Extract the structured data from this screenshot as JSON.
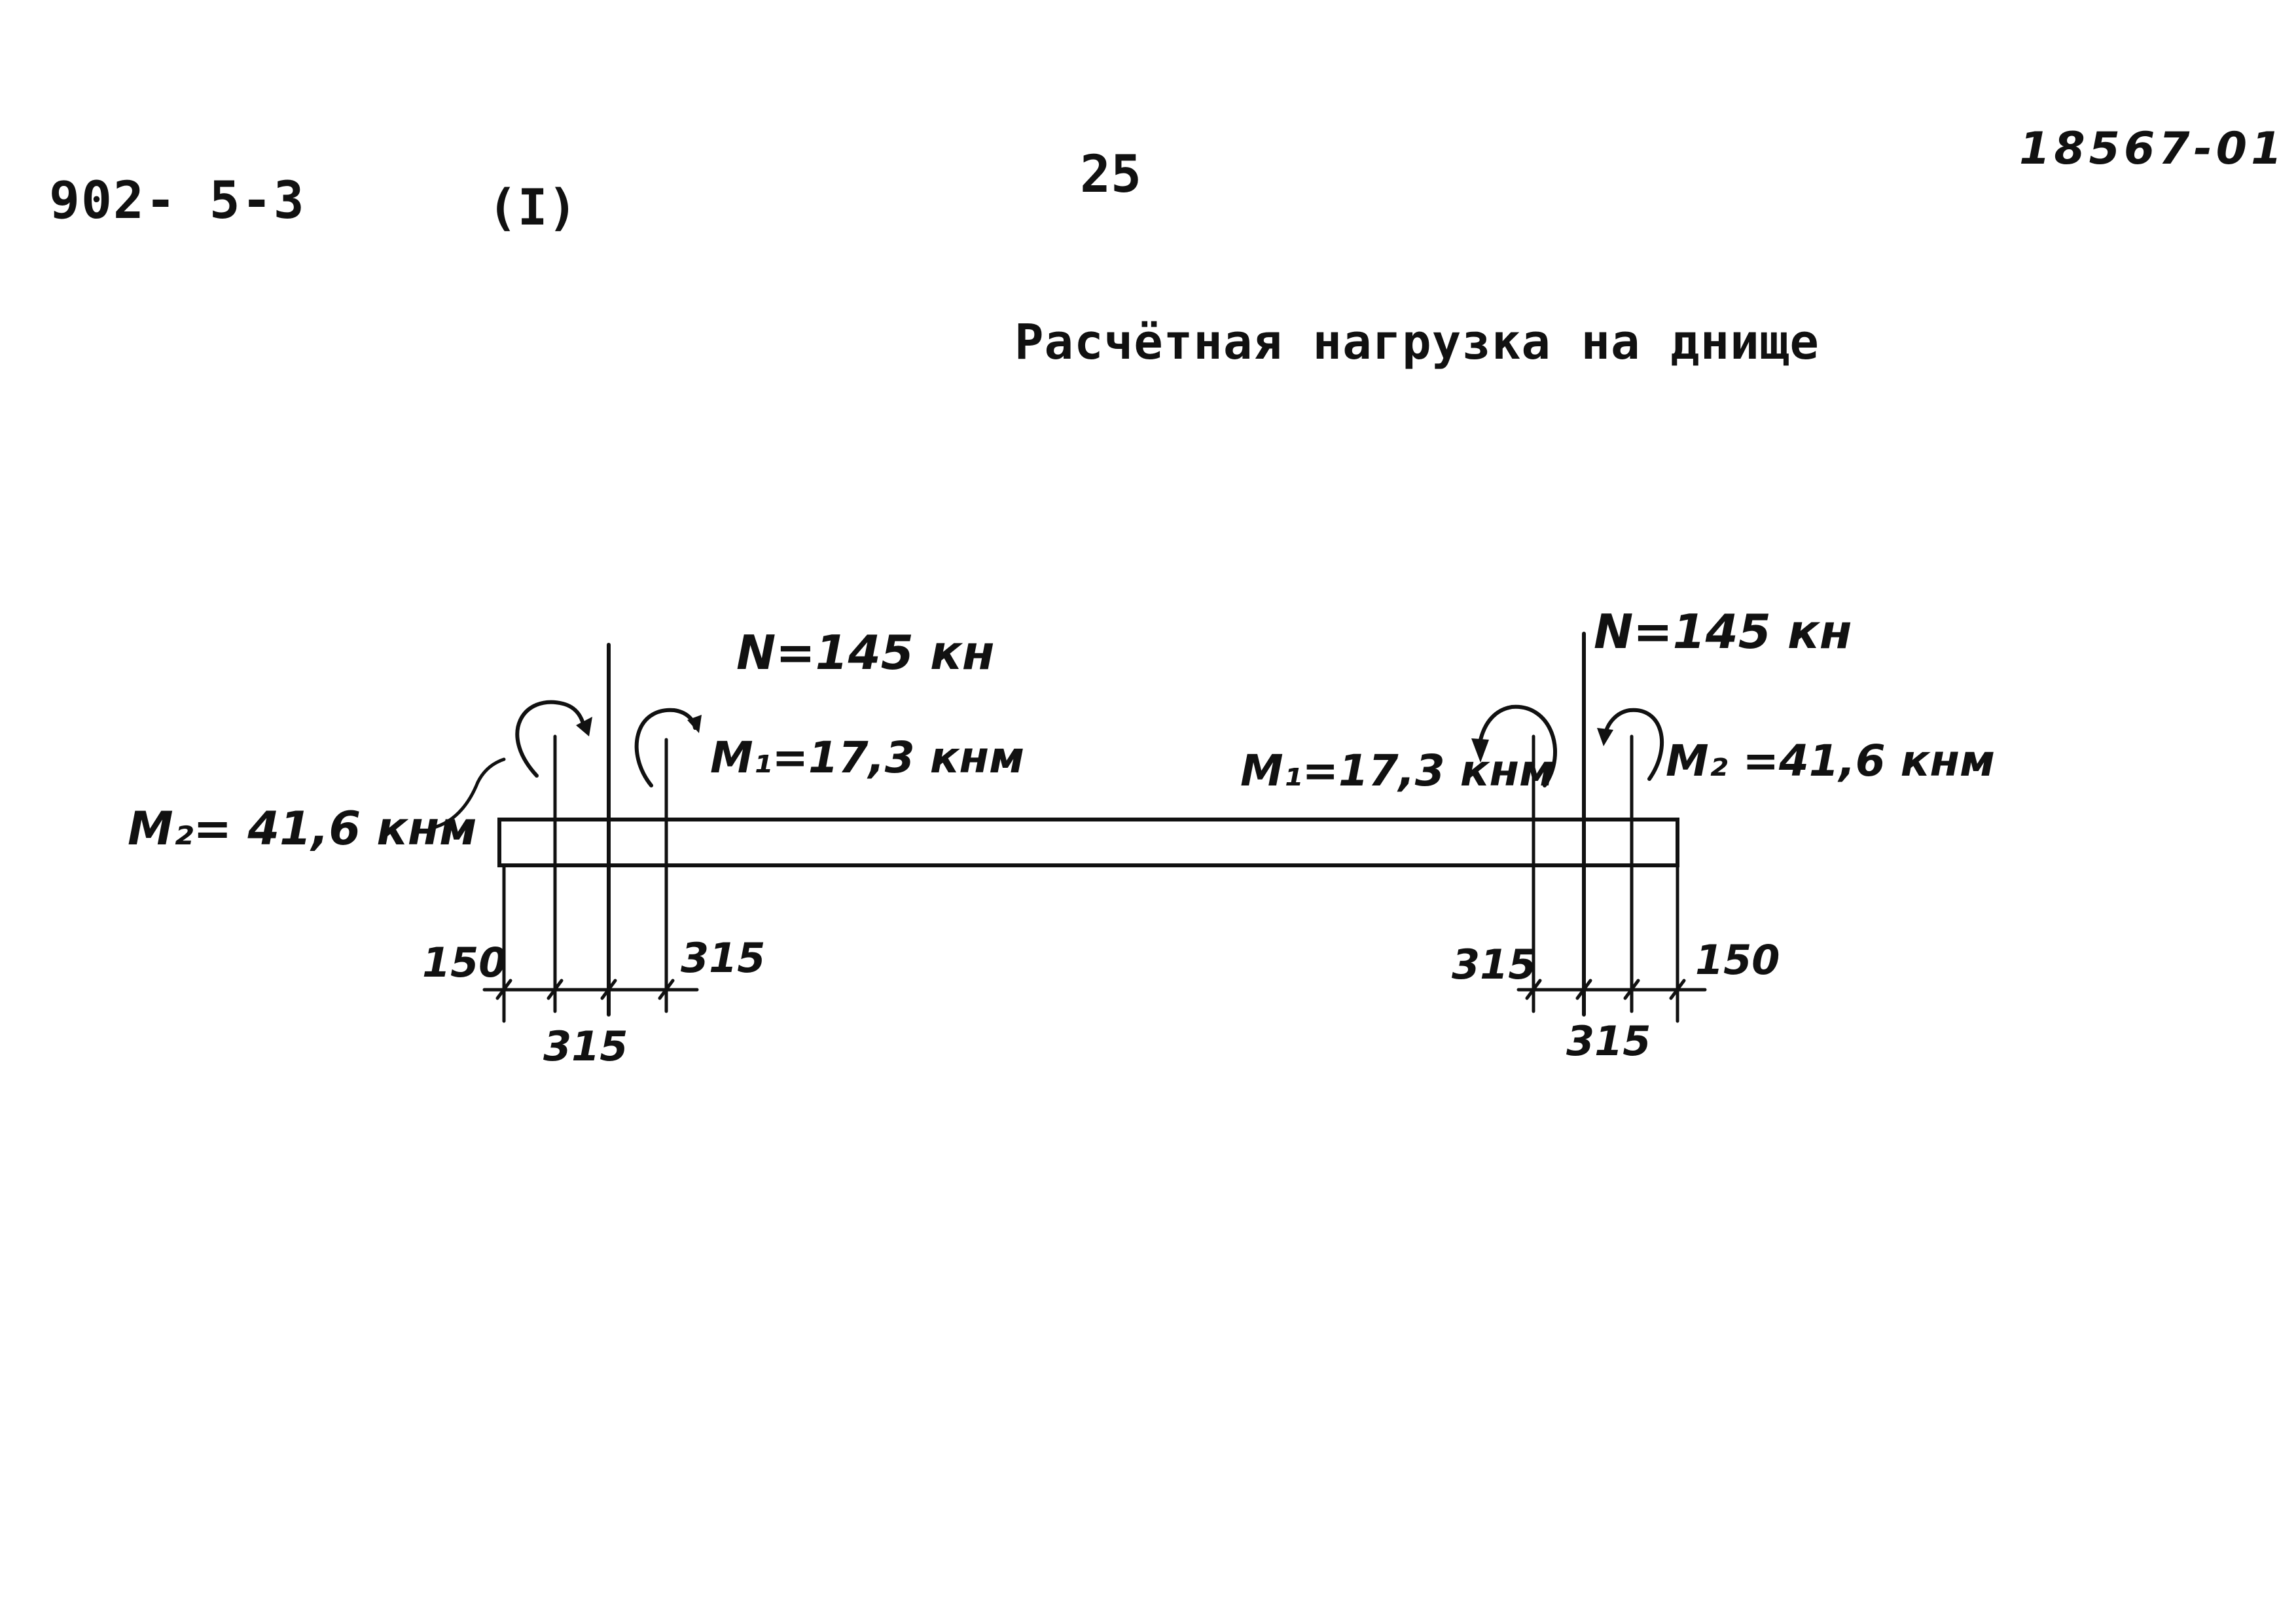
{
  "header": {
    "doc_code": "902- 5-3",
    "sheet_variant": "(I)",
    "page_number": "25",
    "sheet_id": "18567-01"
  },
  "title": "Расчётная нагрузка на днище",
  "diagram": {
    "left": {
      "force_label": "N=145 кн",
      "moment1_label": "M₁=17,3 кнм",
      "moment2_label": "M₂= 41,6 кнм",
      "dims": [
        "150",
        "315",
        "315"
      ]
    },
    "right": {
      "force_label": "N=145 кн",
      "moment1_label": "M₁=17,3 кнм",
      "moment2_label": "M₂ =41,6 кнм",
      "dims": [
        "315",
        "315",
        "150"
      ]
    }
  }
}
